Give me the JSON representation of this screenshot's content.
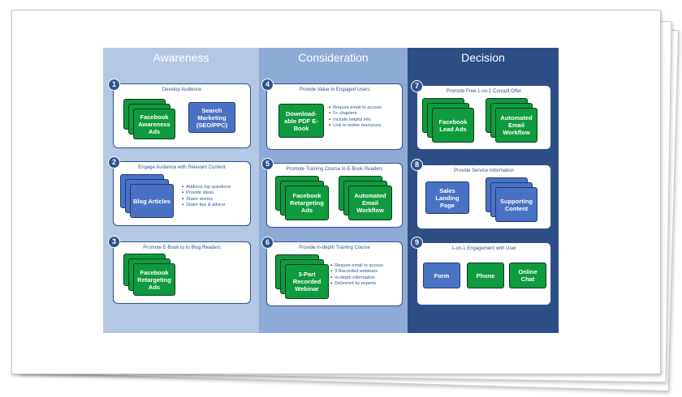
{
  "columns": [
    {
      "title": "Awareness"
    },
    {
      "title": "Consideration"
    },
    {
      "title": "Decision"
    }
  ],
  "cards": [
    {
      "number": "1",
      "title": "Develop Audience",
      "boxes": [
        "Facebook Awareness Ads",
        "Search Marketing (SEO/PPC)"
      ]
    },
    {
      "number": "2",
      "title": "Engage Audience with Relevant Content",
      "boxes": [
        "Blog Articles"
      ],
      "bullets": [
        "Address top questions",
        "Provide ideas",
        "Share stories",
        "Share tips & advice"
      ]
    },
    {
      "number": "3",
      "title": "Promote E-Book to to Blog Readers",
      "boxes": [
        "Facebook Retargeting Ads"
      ]
    },
    {
      "number": "4",
      "title": "Provide Value to Engaged Users",
      "boxes": [
        "Download-able PDF E-Book"
      ],
      "bullets": [
        "Require email to access",
        "5+ chapters",
        "Include helpful info",
        "Link to online resources"
      ]
    },
    {
      "number": "5",
      "title": "Promote Training Course to E-Book Readers",
      "boxes": [
        "Facebook Retargeting Ads",
        "Automated Email Workflow"
      ]
    },
    {
      "number": "6",
      "title": "Provide in-depth Training Course",
      "boxes": [
        "3-Part Recorded Webinar"
      ],
      "bullets": [
        "Require email to access",
        "3 Recorded webinars",
        "In-depth information",
        "Delivered by experts"
      ]
    },
    {
      "number": "7",
      "title": "Promote Free 1-on-1 Consult Offer",
      "boxes": [
        "Facebook Lead Ads",
        "Automated Email Workflow"
      ]
    },
    {
      "number": "8",
      "title": "Provide Service Information",
      "boxes": [
        "Sales Landing Page",
        "Supporting Content"
      ]
    },
    {
      "number": "9",
      "title": "1-on-1 Engagement with User",
      "boxes": [
        "Form",
        "Phone",
        "Online Chat"
      ]
    }
  ],
  "colors": {
    "awareness_bg": "#b4c7e3",
    "consideration_bg": "#8eaad6",
    "decision_bg": "#2e4f86",
    "green_box": "#109a3e",
    "blue_box": "#4a72c4",
    "card_border": "#2f528f"
  }
}
